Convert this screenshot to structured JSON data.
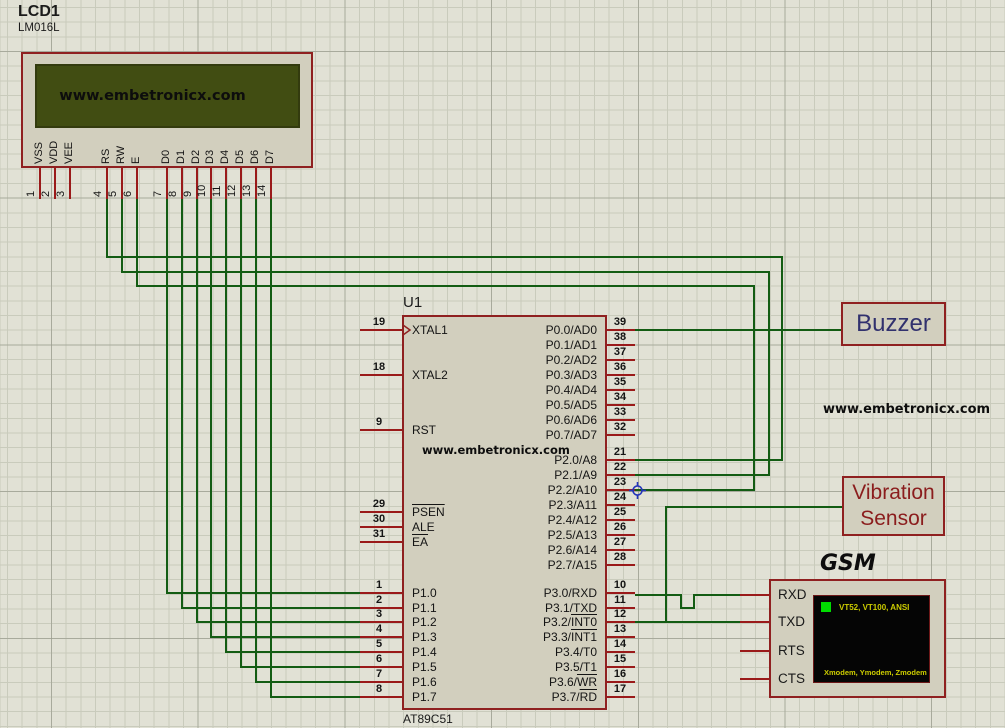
{
  "lcd": {
    "ref": "LCD1",
    "part": "LM016L",
    "screen_text": "www.embetronicx.com",
    "pins": [
      {
        "num": "1",
        "label": "VSS"
      },
      {
        "num": "2",
        "label": "VDD"
      },
      {
        "num": "3",
        "label": "VEE"
      },
      {
        "num": "4",
        "label": "RS"
      },
      {
        "num": "5",
        "label": "RW"
      },
      {
        "num": "6",
        "label": "E"
      },
      {
        "num": "7",
        "label": "D0"
      },
      {
        "num": "8",
        "label": "D1"
      },
      {
        "num": "9",
        "label": "D2"
      },
      {
        "num": "10",
        "label": "D3"
      },
      {
        "num": "11",
        "label": "D4"
      },
      {
        "num": "12",
        "label": "D5"
      },
      {
        "num": "13",
        "label": "D6"
      },
      {
        "num": "14",
        "label": "D7"
      }
    ]
  },
  "mcu": {
    "ref": "U1",
    "part": "AT89C51",
    "watermark": "www.embetronicx.com",
    "left_pins": [
      {
        "num": "19",
        "pre": "XTAL1",
        "ov": ""
      },
      {
        "num": "18",
        "pre": "XTAL2",
        "ov": ""
      },
      {
        "num": "9",
        "pre": "RST",
        "ov": ""
      },
      {
        "num": "29",
        "pre": "",
        "ov": "PSEN"
      },
      {
        "num": "30",
        "pre": "ALE",
        "ov": ""
      },
      {
        "num": "31",
        "pre": "",
        "ov": "EA"
      },
      {
        "num": "1",
        "pre": "P1.0",
        "ov": ""
      },
      {
        "num": "2",
        "pre": "P1.1",
        "ov": ""
      },
      {
        "num": "3",
        "pre": "P1.2",
        "ov": ""
      },
      {
        "num": "4",
        "pre": "P1.3",
        "ov": ""
      },
      {
        "num": "5",
        "pre": "P1.4",
        "ov": ""
      },
      {
        "num": "6",
        "pre": "P1.5",
        "ov": ""
      },
      {
        "num": "7",
        "pre": "P1.6",
        "ov": ""
      },
      {
        "num": "8",
        "pre": "P1.7",
        "ov": ""
      }
    ],
    "right_pins": [
      {
        "num": "39",
        "pre": "P0.0/AD0",
        "ov": ""
      },
      {
        "num": "38",
        "pre": "P0.1/AD1",
        "ov": ""
      },
      {
        "num": "37",
        "pre": "P0.2/AD2",
        "ov": ""
      },
      {
        "num": "36",
        "pre": "P0.3/AD3",
        "ov": ""
      },
      {
        "num": "35",
        "pre": "P0.4/AD4",
        "ov": ""
      },
      {
        "num": "34",
        "pre": "P0.5/AD5",
        "ov": ""
      },
      {
        "num": "33",
        "pre": "P0.6/AD6",
        "ov": ""
      },
      {
        "num": "32",
        "pre": "P0.7/AD7",
        "ov": ""
      },
      {
        "num": "21",
        "pre": "P2.0/A8",
        "ov": ""
      },
      {
        "num": "22",
        "pre": "P2.1/A9",
        "ov": ""
      },
      {
        "num": "23",
        "pre": "P2.2/A10",
        "ov": ""
      },
      {
        "num": "24",
        "pre": "P2.3/A11",
        "ov": ""
      },
      {
        "num": "25",
        "pre": "P2.4/A12",
        "ov": ""
      },
      {
        "num": "26",
        "pre": "P2.5/A13",
        "ov": ""
      },
      {
        "num": "27",
        "pre": "P2.6/A14",
        "ov": ""
      },
      {
        "num": "28",
        "pre": "P2.7/A15",
        "ov": ""
      },
      {
        "num": "10",
        "pre": "P3.0/RXD",
        "ov": ""
      },
      {
        "num": "11",
        "pre": "P3.1/TXD",
        "ov": ""
      },
      {
        "num": "12",
        "pre": "P3.2/",
        "ov": "INT0"
      },
      {
        "num": "13",
        "pre": "P3.3/",
        "ov": "INT1"
      },
      {
        "num": "14",
        "pre": "P3.4/T0",
        "ov": ""
      },
      {
        "num": "15",
        "pre": "P3.5/T1",
        "ov": ""
      },
      {
        "num": "16",
        "pre": "P3.6/",
        "ov": "WR"
      },
      {
        "num": "17",
        "pre": "P3.7/",
        "ov": "RD"
      }
    ]
  },
  "buzzer": {
    "label": "Buzzer"
  },
  "vibration": {
    "line1": "Vibration",
    "line2": "Sensor"
  },
  "gsm": {
    "title": "GSM",
    "pins": [
      "RXD",
      "TXD",
      "RTS",
      "CTS"
    ],
    "terminal_top": "VT52, VT100, ANSI",
    "terminal_bottom": "Xmodem, Ymodem, Zmodem"
  },
  "watermark": "www.embetronicx.com",
  "colors": {
    "wire_green": "#135c13",
    "pin_red": "#9a1a1a",
    "component_border": "#8f2020",
    "component_fill": "#d2cfbe",
    "lcd_screen": "#414d12",
    "terminal_bg": "#050505",
    "terminal_text": "#cccc00",
    "terminal_led": "#00dd00",
    "buzzer_text": "#31316e",
    "vibration_text": "#8b1d1d",
    "marker_blue": "#2233bb"
  }
}
